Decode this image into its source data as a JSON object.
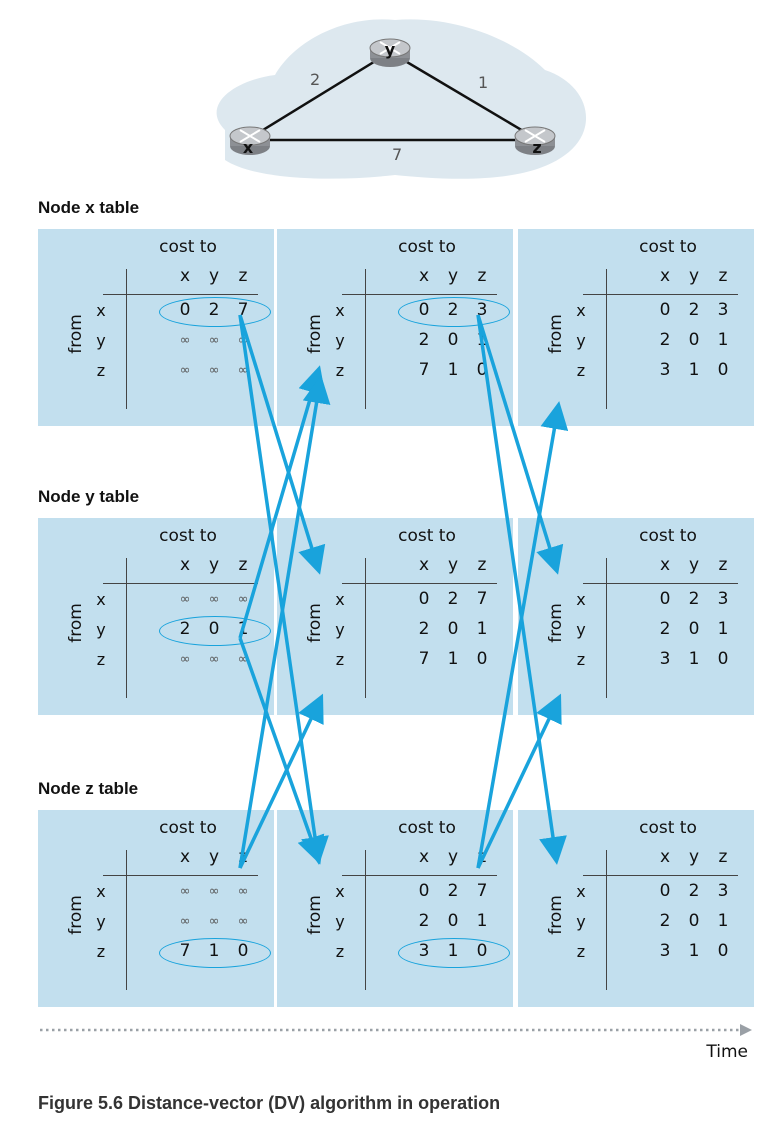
{
  "topology": {
    "nodes": [
      {
        "id": "x",
        "label": "x"
      },
      {
        "id": "y",
        "label": "y"
      },
      {
        "id": "z",
        "label": "z"
      }
    ],
    "links": [
      {
        "from": "x",
        "to": "y",
        "cost": "2"
      },
      {
        "from": "y",
        "to": "z",
        "cost": "1"
      },
      {
        "from": "x",
        "to": "z",
        "cost": "7"
      }
    ],
    "cloud_color": "#dde8ef"
  },
  "section_titles": [
    "Node x table",
    "Node y table",
    "Node z table"
  ],
  "table_labels": {
    "cost_to": "cost to",
    "from": "from",
    "columns": [
      "x",
      "y",
      "z"
    ],
    "rows": [
      "x",
      "y",
      "z"
    ]
  },
  "tables": [
    [
      {
        "cells": [
          [
            "0",
            "2",
            "7"
          ],
          [
            "∞",
            "∞",
            "∞"
          ],
          [
            "∞",
            "∞",
            "∞"
          ]
        ],
        "highlight_row": 0
      },
      {
        "cells": [
          [
            "0",
            "2",
            "3"
          ],
          [
            "2",
            "0",
            "1"
          ],
          [
            "7",
            "1",
            "0"
          ]
        ],
        "highlight_row": 0
      },
      {
        "cells": [
          [
            "0",
            "2",
            "3"
          ],
          [
            "2",
            "0",
            "1"
          ],
          [
            "3",
            "1",
            "0"
          ]
        ],
        "highlight_row": null
      }
    ],
    [
      {
        "cells": [
          [
            "∞",
            "∞",
            "∞"
          ],
          [
            "2",
            "0",
            "1"
          ],
          [
            "∞",
            "∞",
            "∞"
          ]
        ],
        "highlight_row": 1
      },
      {
        "cells": [
          [
            "0",
            "2",
            "7"
          ],
          [
            "2",
            "0",
            "1"
          ],
          [
            "7",
            "1",
            "0"
          ]
        ],
        "highlight_row": null
      },
      {
        "cells": [
          [
            "0",
            "2",
            "3"
          ],
          [
            "2",
            "0",
            "1"
          ],
          [
            "3",
            "1",
            "0"
          ]
        ],
        "highlight_row": null
      }
    ],
    [
      {
        "cells": [
          [
            "∞",
            "∞",
            "∞"
          ],
          [
            "∞",
            "∞",
            "∞"
          ],
          [
            "7",
            "1",
            "0"
          ]
        ],
        "highlight_row": 2
      },
      {
        "cells": [
          [
            "0",
            "2",
            "7"
          ],
          [
            "2",
            "0",
            "1"
          ],
          [
            "3",
            "1",
            "0"
          ]
        ],
        "highlight_row": 2
      },
      {
        "cells": [
          [
            "0",
            "2",
            "3"
          ],
          [
            "2",
            "0",
            "1"
          ],
          [
            "3",
            "1",
            "0"
          ]
        ],
        "highlight_row": null
      }
    ]
  ],
  "time_label": "Time",
  "caption": "Figure 5.6 Distance-vector (DV) algorithm in operation",
  "colors": {
    "panel": "#c2dfee",
    "arrow": "#19a3dc",
    "text": "#111111",
    "timeline": "#9aa0a6"
  }
}
